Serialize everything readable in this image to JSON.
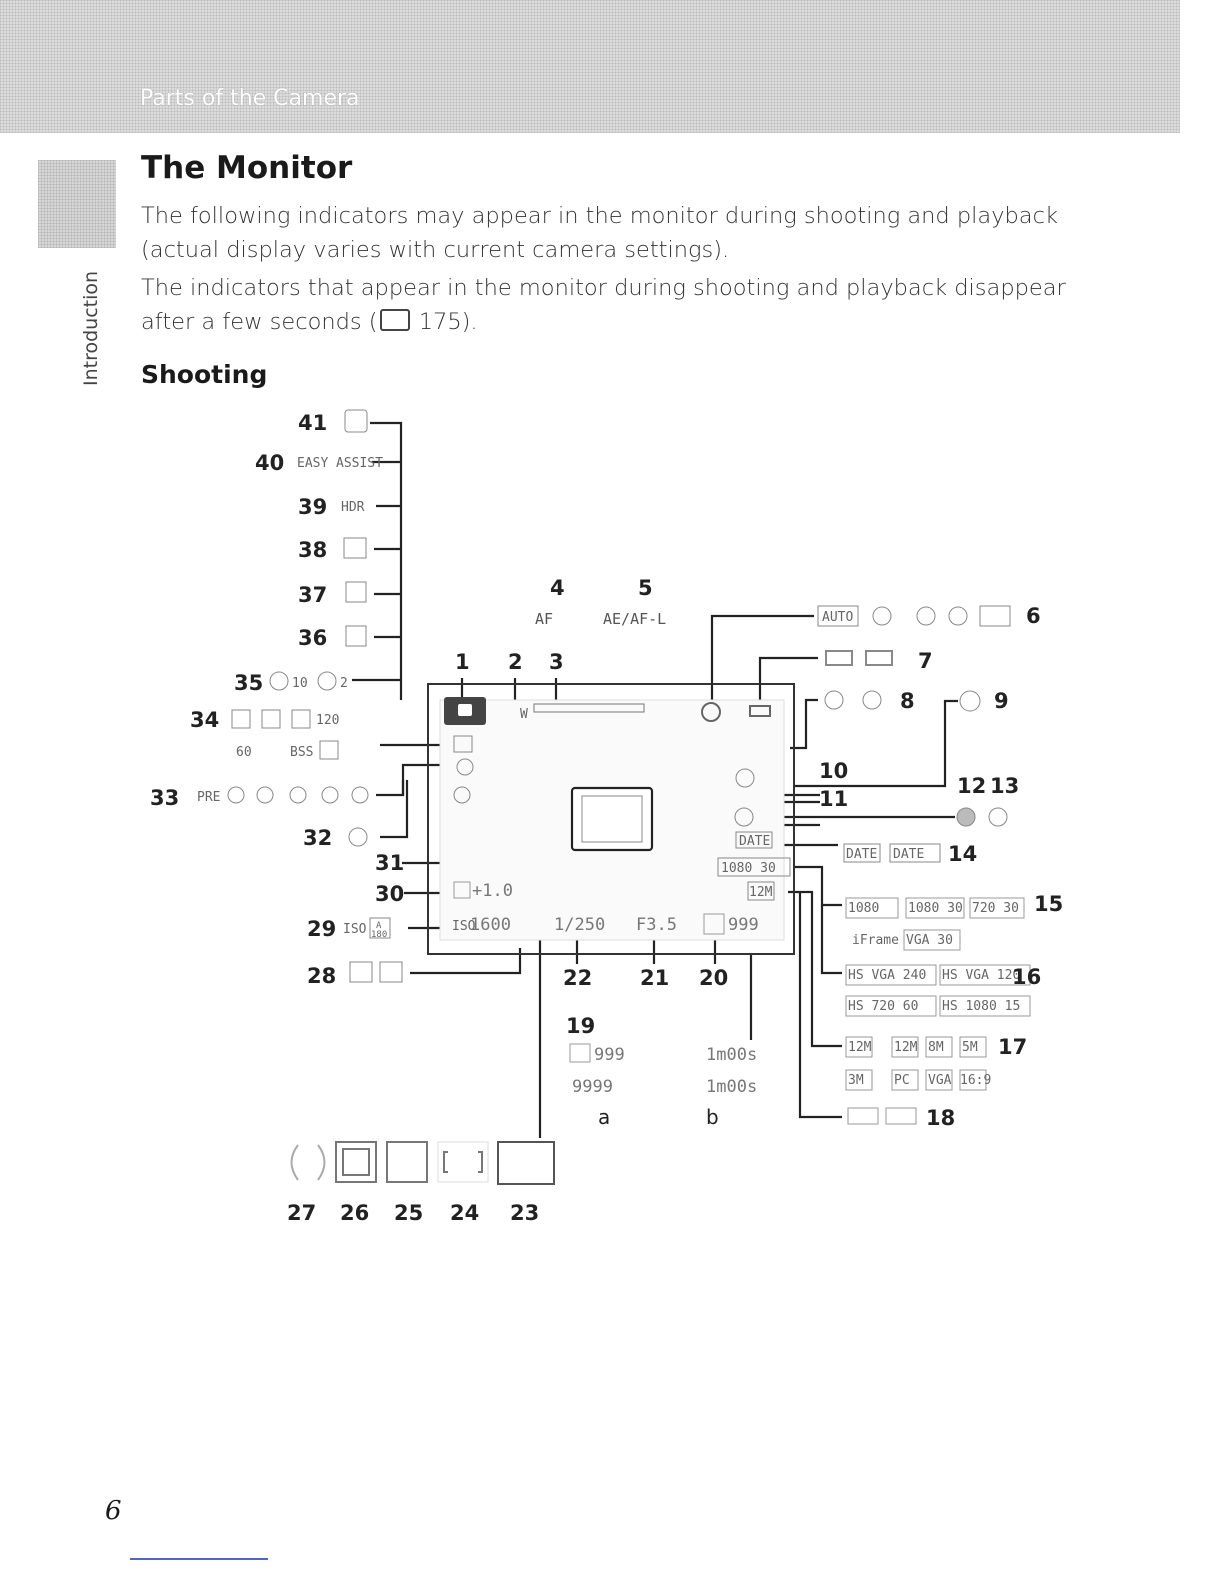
{
  "header": {
    "section": "Parts of the Camera",
    "side_tab": "Introduction"
  },
  "page_title": "The Monitor",
  "intro_paragraphs": [
    "The following indicators may appear in the monitor during shooting and playback (actual display varies with current camera settings).",
    "The indicators that appear in the monitor during shooting and playback disappear after a few seconds (",
    " 175)."
  ],
  "subheading": "Shooting",
  "screen": {
    "shutter": "1/250",
    "aperture": "F3.5",
    "exposures": "999",
    "iso": "1600",
    "ev": "+1.0",
    "date": "DATE",
    "movie_mode": "1080 30",
    "image_mode": "12M",
    "easy_auto": "EASY",
    "assist": "ASSIST",
    "hdr": "HDR",
    "af": "AF",
    "aeafl": "AE/AF-L",
    "timer10": "10",
    "timer2": "2",
    "cont120": "120",
    "cont60": "60",
    "bss": "BSS",
    "pre": "PRE",
    "iso_auto": "ISO",
    "iso_a": "A",
    "iso_180": "180",
    "rec_a": "999",
    "rec_a2": "1m00s",
    "rec_b": "9999",
    "rec_b2": "1m00s",
    "flash_auto": "AUTO",
    "date_icons": [
      "DATE",
      "DATE"
    ],
    "movie_opts_1": [
      "1080",
      "1080 30",
      "720 30"
    ],
    "movie_opts_2": [
      "iFrame",
      "VGA 30"
    ],
    "hs_opts_1": [
      "HS VGA 240",
      "HS VGA 120"
    ],
    "hs_opts_2": [
      "HS 720 60",
      "HS 1080 15"
    ],
    "image_opts_1": [
      "12M",
      "12M",
      "8M",
      "5M"
    ],
    "image_opts_2": [
      "3M",
      "PC",
      "VGA",
      "16:9"
    ],
    "labels_ab": [
      "a",
      "b"
    ]
  },
  "callouts": {
    "n1": "1",
    "n2": "2",
    "n3": "3",
    "n4": "4",
    "n5": "5",
    "n6": "6",
    "n7": "7",
    "n8": "8",
    "n9": "9",
    "n10": "10",
    "n11": "11",
    "n12": "12",
    "n13": "13",
    "n14": "14",
    "n15": "15",
    "n16": "16",
    "n17": "17",
    "n18": "18",
    "n19": "19",
    "n20": "20",
    "n21": "21",
    "n22": "22",
    "n23": "23",
    "n24": "24",
    "n25": "25",
    "n26": "26",
    "n27": "27",
    "n28": "28",
    "n29": "29",
    "n30": "30",
    "n31": "31",
    "n32": "32",
    "n33": "33",
    "n34": "34",
    "n35": "35",
    "n36": "36",
    "n37": "37",
    "n38": "38",
    "n39": "39",
    "n40": "40",
    "n41": "41"
  },
  "page_number": "6"
}
